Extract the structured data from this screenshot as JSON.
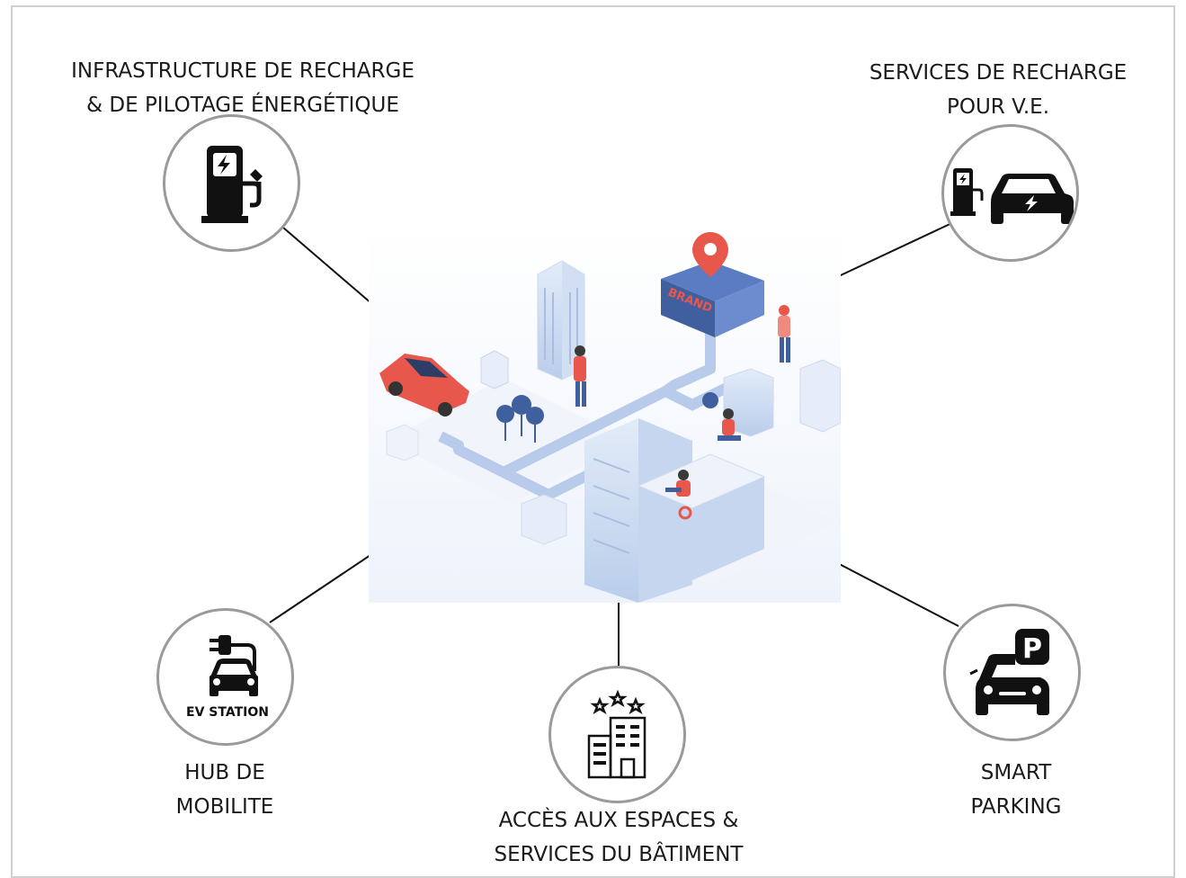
{
  "nodes": {
    "infrastructure": {
      "line1": "INFRASTRUCTURE DE RECHARGE",
      "line2": "& DE PILOTAGE ÉNERGÉTIQUE",
      "icon": "ev-charger-icon"
    },
    "services": {
      "line1": "SERVICES DE RECHARGE",
      "line2": "POUR V.E.",
      "icon": "charger-and-car-icon"
    },
    "hub": {
      "line1": "HUB DE",
      "line2": "MOBILITE",
      "icon": "ev-station-icon",
      "icon_text": "EV STATION"
    },
    "access": {
      "line1": "ACCÈS AUX ESPACES &",
      "line2": "SERVICES DU BÂTIMENT",
      "icon": "hotel-building-icon"
    },
    "parking": {
      "line1": "SMART",
      "line2": "PARKING",
      "icon": "smart-parking-icon",
      "icon_text": "P"
    }
  },
  "illustration": {
    "subject": "isometric-smart-city-illustration",
    "sign_text": "BRAND",
    "colors": {
      "accent": "#e8574b",
      "blue": "#3f5f9e",
      "light": "#dfe8f6"
    }
  }
}
